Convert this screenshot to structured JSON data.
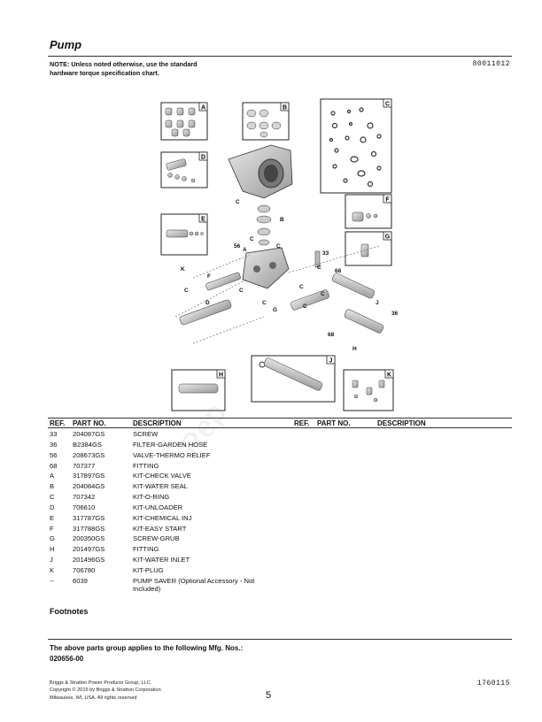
{
  "header": {
    "title": "Pump",
    "note": "NOTE: Unless noted otherwise, use the standard hardware torque specification chart.",
    "doc_number": "80011012"
  },
  "diagram": {
    "box_labels": [
      "A",
      "B",
      "C",
      "D",
      "E",
      "F",
      "G",
      "H",
      "J",
      "K"
    ],
    "callouts": [
      "C",
      "B",
      "C",
      "C",
      "A",
      "56",
      "33",
      "K",
      "F",
      "C",
      "C",
      "C",
      "C",
      "D",
      "C",
      "G",
      "C",
      "68",
      "J",
      "36",
      "C",
      "H",
      "68"
    ]
  },
  "watermark": "Rep",
  "table": {
    "headers": [
      "REF.",
      "PART NO.",
      "DESCRIPTION",
      "REF.",
      "PART NO.",
      "DESCRIPTION"
    ],
    "rows": [
      {
        "ref": "33",
        "part": "204087GS",
        "desc": "SCREW"
      },
      {
        "ref": "36",
        "part": "B2384GS",
        "desc": "FILTER-GARDEN HOSE"
      },
      {
        "ref": "56",
        "part": "208673GS",
        "desc": "VALVE-THERMO RELIEF"
      },
      {
        "ref": "68",
        "part": "707377",
        "desc": "FITTING"
      },
      {
        "ref": "A",
        "part": "317897GS",
        "desc": "KIT-CHECK VALVE"
      },
      {
        "ref": "B",
        "part": "204084GS",
        "desc": "KIT-WATER SEAL"
      },
      {
        "ref": "C",
        "part": "707342",
        "desc": "KIT-O-RING"
      },
      {
        "ref": "D",
        "part": "706610",
        "desc": "KIT-UNLOADER"
      },
      {
        "ref": "E",
        "part": "317787GS",
        "desc": "KIT-CHEMICAL INJ"
      },
      {
        "ref": "F",
        "part": "317788GS",
        "desc": "KIT-EASY START"
      },
      {
        "ref": "G",
        "part": "200350GS",
        "desc": "SCREW-GRUB"
      },
      {
        "ref": "H",
        "part": "201497GS",
        "desc": "FITTING"
      },
      {
        "ref": "J",
        "part": "201496GS",
        "desc": "KIT-WATER INLET"
      },
      {
        "ref": "K",
        "part": "706780",
        "desc": "KIT-PLUG"
      },
      {
        "ref": "--",
        "part": "6039",
        "desc": "PUMP SAVER (Optional Accessory - Not Included)"
      }
    ]
  },
  "footnotes": {
    "heading": "Footnotes"
  },
  "applies": {
    "text": "The above parts group applies to the following Mfg. Nos.:",
    "numbers": "020656-00"
  },
  "footer": {
    "line1": "Briggs & Stratton Power Products Group, LLC",
    "line2": "Copyright © 2015 by Briggs & Stratton Corporation",
    "line3": "Milwaukee, WI, USA. All rights reserved",
    "page_number": "5",
    "code": "1760115"
  }
}
